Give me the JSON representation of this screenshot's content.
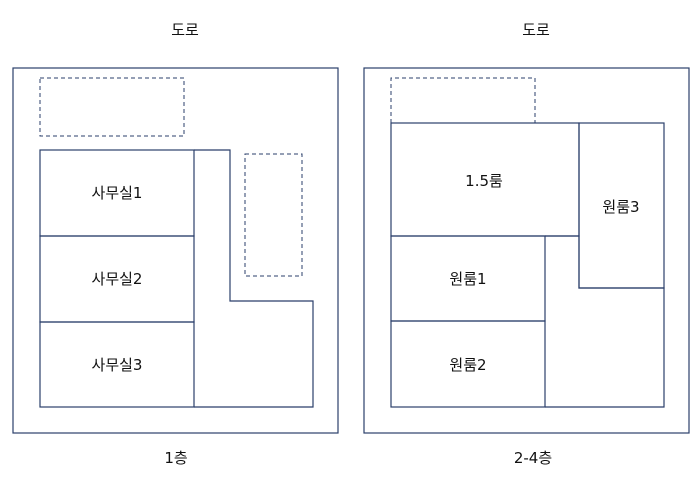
{
  "left_plan": {
    "road": "도로",
    "floor": "1층",
    "rooms": [
      "사무실1",
      "사무실2",
      "사무실3"
    ]
  },
  "right_plan": {
    "road": "도로",
    "floor": "2-4층",
    "rooms": [
      "1.5룸",
      "원룸3",
      "원룸1",
      "원룸2"
    ]
  },
  "colors": {
    "line": "#2b3f6b",
    "text": "#111111",
    "background": "#ffffff"
  }
}
